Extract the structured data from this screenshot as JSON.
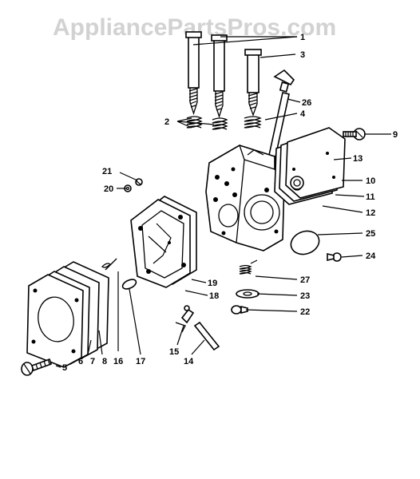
{
  "watermark": {
    "text": "AppliancePartsPros.com"
  },
  "callouts": [
    {
      "id": "1",
      "text": "1"
    },
    {
      "id": "2",
      "text": "2"
    },
    {
      "id": "3",
      "text": "3"
    },
    {
      "id": "4",
      "text": "4"
    },
    {
      "id": "5",
      "text": "5"
    },
    {
      "id": "6",
      "text": "6"
    },
    {
      "id": "7",
      "text": "7"
    },
    {
      "id": "8",
      "text": "8"
    },
    {
      "id": "9",
      "text": "9"
    },
    {
      "id": "10",
      "text": "10"
    },
    {
      "id": "11",
      "text": "11"
    },
    {
      "id": "12",
      "text": "12"
    },
    {
      "id": "13",
      "text": "13"
    },
    {
      "id": "14",
      "text": "14"
    },
    {
      "id": "15",
      "text": "15"
    },
    {
      "id": "16",
      "text": "16"
    },
    {
      "id": "17",
      "text": "17"
    },
    {
      "id": "18",
      "text": "18"
    },
    {
      "id": "19",
      "text": "19"
    },
    {
      "id": "20",
      "text": "20"
    },
    {
      "id": "21",
      "text": "21"
    },
    {
      "id": "22",
      "text": "22"
    },
    {
      "id": "23",
      "text": "23"
    },
    {
      "id": "24",
      "text": "24"
    },
    {
      "id": "25",
      "text": "25"
    },
    {
      "id": "26",
      "text": "26"
    },
    {
      "id": "27",
      "text": "27"
    }
  ]
}
